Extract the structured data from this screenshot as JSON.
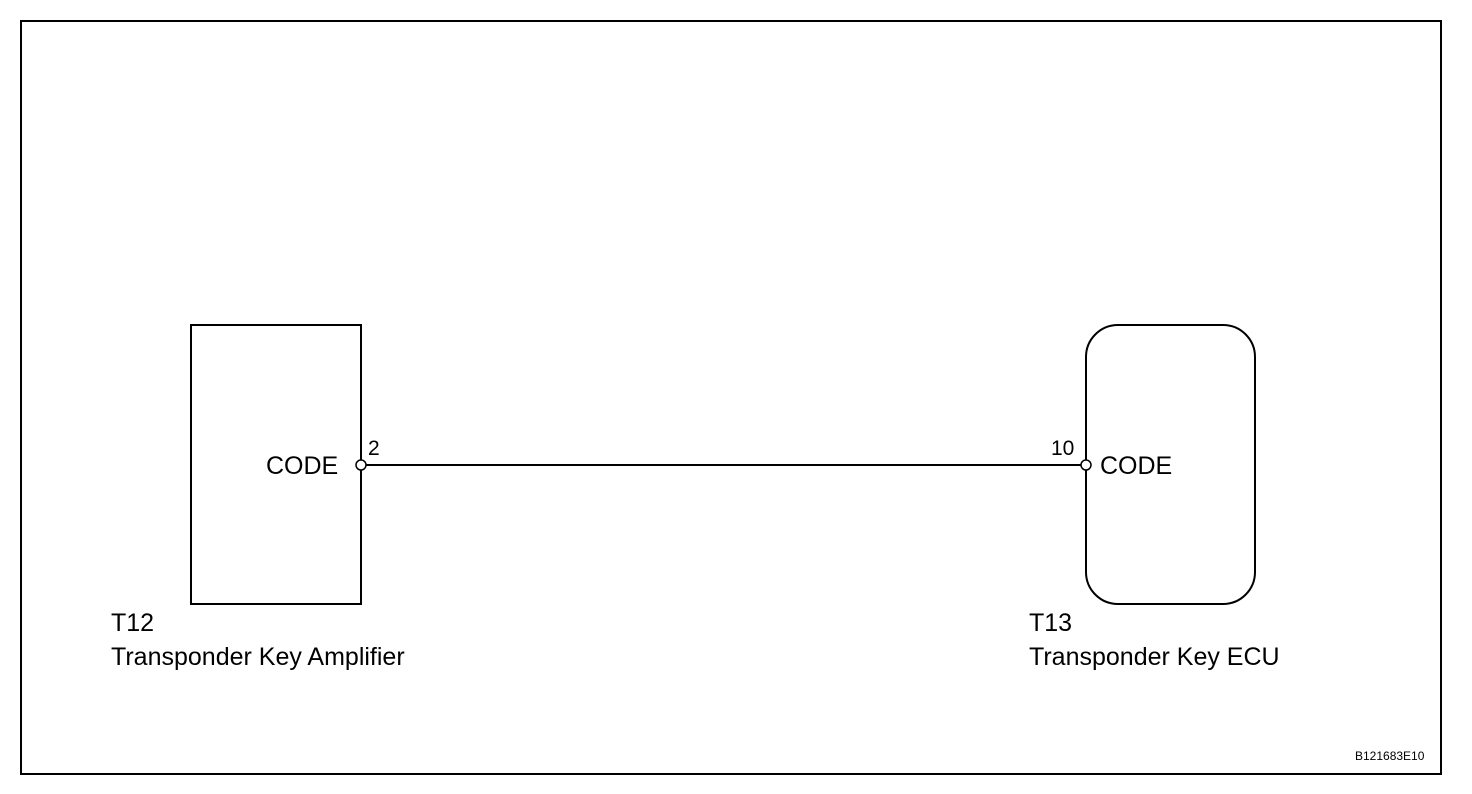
{
  "diagram": {
    "components": [
      {
        "code": "T12",
        "name": "Transponder Key Amplifier",
        "pin_name": "CODE",
        "pin_number": "2",
        "shape": "rectangle"
      },
      {
        "code": "T13",
        "name": "Transponder Key ECU",
        "pin_name": "CODE",
        "pin_number": "10",
        "shape": "rounded-rectangle"
      }
    ],
    "connections": [
      {
        "from": "T12-2",
        "to": "T13-10"
      }
    ],
    "figure_id": "B121683E10",
    "colors": {
      "line": "#000000",
      "background": "#ffffff"
    }
  }
}
